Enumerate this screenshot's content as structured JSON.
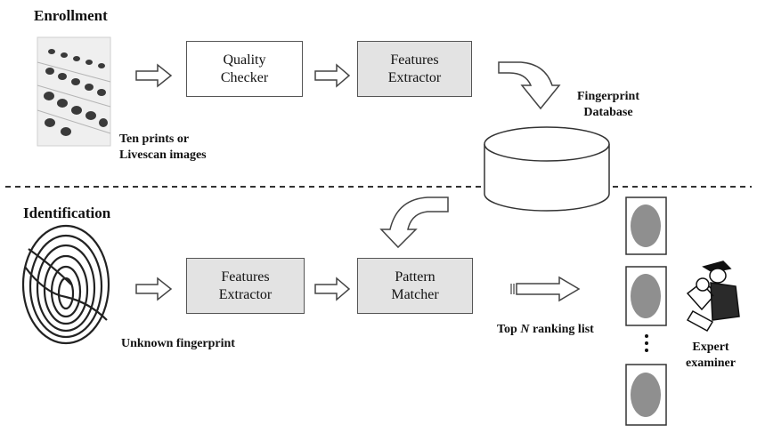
{
  "sections": {
    "enrollment": "Enrollment",
    "identification": "Identification"
  },
  "enrollment": {
    "quality_checker": [
      "Quality",
      "Checker"
    ],
    "features_extractor": [
      "Features",
      "Extractor"
    ],
    "input_caption": [
      "Ten prints or",
      "Livescan images"
    ],
    "database_label": [
      "Fingerprint",
      "Database"
    ]
  },
  "identification": {
    "features_extractor": [
      "Features",
      "Extractor"
    ],
    "pattern_matcher": [
      "Pattern",
      "Matcher"
    ],
    "input_caption": "Unknown fingerprint",
    "ranking_prefix": "Top ",
    "ranking_n": "N",
    "ranking_suffix": " ranking list",
    "expert": [
      "Expert",
      "examiner"
    ]
  },
  "colors": {
    "process_box": "#ffffff",
    "feature_box": "#e3e3e3",
    "stroke": "#555555"
  }
}
